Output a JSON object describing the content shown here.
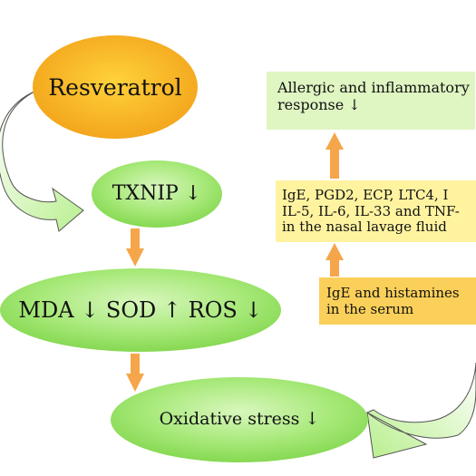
{
  "nodes": {
    "resveratrol": "Resveratrol",
    "txnip": "TXNIP ↓",
    "markers": "MDA ↓ SOD ↑ ROS ↓",
    "oxidative": "Oxidative stress ↓",
    "serum_line1": "IgE and histamines",
    "serum_line2": "in the serum",
    "lavage_line1": "IgE, PGD2, ECP, LTC4, I",
    "lavage_line2": "IL-5, IL-6, IL-33 and TNF-",
    "lavage_line3": "in the nasal lavage fluid",
    "response_line1": "Allergic and inflammatory",
    "response_line2": "response ↓"
  },
  "colors": {
    "resveratrol_fill": "#f7b21a",
    "green_fill": "#8fe05a",
    "green_light": "#ccf2ab",
    "arrow_orange": "#f6a64a",
    "serum_fill": "#fbd05a",
    "lavage_fill": "#fff3a0",
    "response_fill": "#dff5c2"
  }
}
